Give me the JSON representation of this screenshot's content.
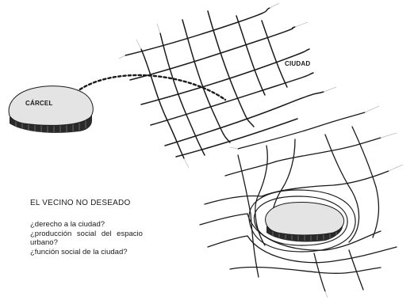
{
  "labels": {
    "ciudad": "CIUDAD",
    "carcel": "CÁRCEL"
  },
  "text_block": {
    "heading": "EL VECINO NO DESEADO",
    "questions": [
      "¿derecho a la ciudad?",
      "¿producción social del espacio",
      "urbano?",
      "¿función social de la ciudad?"
    ]
  },
  "colors": {
    "ink": "#1a1a1a",
    "blob_fill": "#e4e4e4",
    "background": "#ffffff"
  }
}
